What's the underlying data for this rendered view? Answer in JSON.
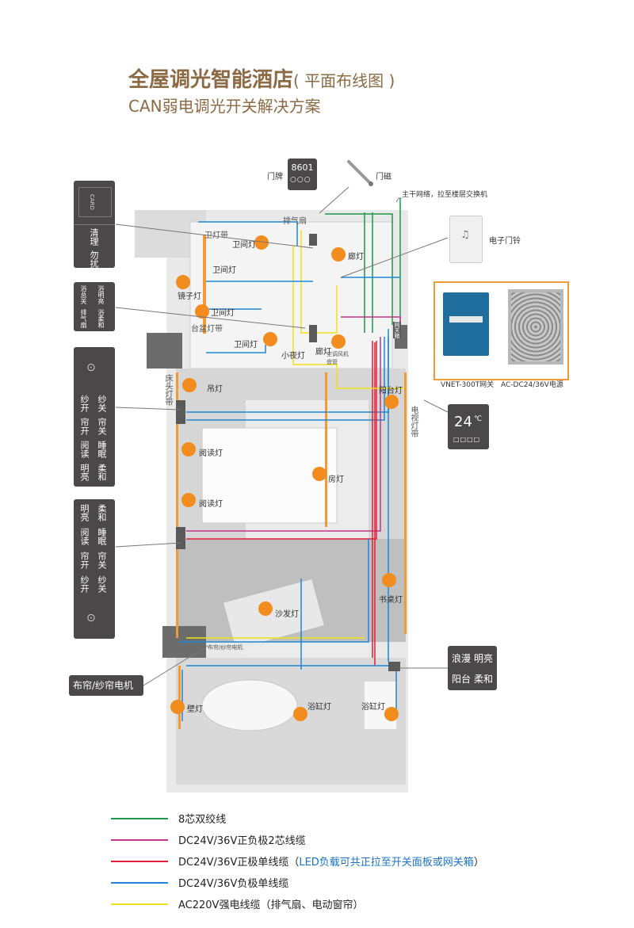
{
  "title": {
    "main": "全屋调光智能酒店",
    "paren": "( 平面布线图 )"
  },
  "subtitle": "CAN弱电调光开关解决方案",
  "door": {
    "sign_label": "门牌",
    "room_number": "8601",
    "magnet_label": "门磁"
  },
  "network_note": "主干网络，拉至楼层交换机",
  "doorbell_label": "电子门铃",
  "devices": {
    "gateway_label": "VNET-300T网关",
    "power_label": "AC-DC24/36V电源",
    "gateway_box_label": "网关箱"
  },
  "thermostat": {
    "temp": "24",
    "unit": "℃"
  },
  "panels": {
    "entry": {
      "card": "CARD",
      "b1": "清理",
      "b2": "勿扰"
    },
    "bath": {
      "c1": "排气扇",
      "c2": "浴总关",
      "c3": "浴明亮",
      "c4": "浴柔和"
    },
    "bedside_left_top": {
      "r1a": "纱开",
      "r1b": "纱关",
      "r2a": "帘开",
      "r2b": "帘关",
      "r3a": "阅读",
      "r3b": "睡眠",
      "r4a": "明亮",
      "r4b": "柔和"
    },
    "bedside_left_bottom": {
      "r1a": "明亮",
      "r1b": "柔和",
      "r2a": "阅读",
      "r2b": "睡眠",
      "r3a": "帘开",
      "r3b": "帘关",
      "r4a": "纱开",
      "r4b": "纱关"
    },
    "bathtub": {
      "a": "浪漫",
      "b": "明亮",
      "c": "阳台",
      "d": "柔和"
    },
    "curtain_motor": "布帘/纱帘电机"
  },
  "lamps": {
    "l1": "卫间灯",
    "l2": "廊灯",
    "l3": "镜子灯",
    "l4": "卫间灯",
    "l5": "卫间灯",
    "l6": "廊灯",
    "l7": "吊灯",
    "l8": "阳台灯",
    "l9": "阅读灯",
    "l10": "房灯",
    "l11": "阅读灯",
    "l12": "沙发灯",
    "l13": "壁灯",
    "l14": "浴缸灯",
    "l15": "浴缸灯",
    "l16": "卫间灯",
    "l17": "书桌灯",
    "l18": "小夜灯"
  },
  "wall_labels": {
    "w1": "卫灯带",
    "w2": "排气扇",
    "w3": "台盆灯带",
    "w4": "床头灯带",
    "w5": "电视灯带",
    "w6": "空调风机盘管",
    "w7": "布帘/纱帘电机"
  },
  "legend": [
    {
      "label": "8芯双绞线",
      "color": "#1a9a4a",
      "note": ""
    },
    {
      "label": "DC24V/36V正负极2芯线缆",
      "color": "#c2338f",
      "note": ""
    },
    {
      "label": "DC24V/36V正极单线缆（",
      "color": "#e0203a",
      "note": "LED负载可共正拉至开关面板或网关箱",
      "tail": "）"
    },
    {
      "label": "DC24V/36V负极单线缆",
      "color": "#1e86d6",
      "note": ""
    },
    {
      "label": "AC220V强电线缆（排气扇、电动窗帘）",
      "color": "#f0e01a",
      "note": ""
    }
  ]
}
